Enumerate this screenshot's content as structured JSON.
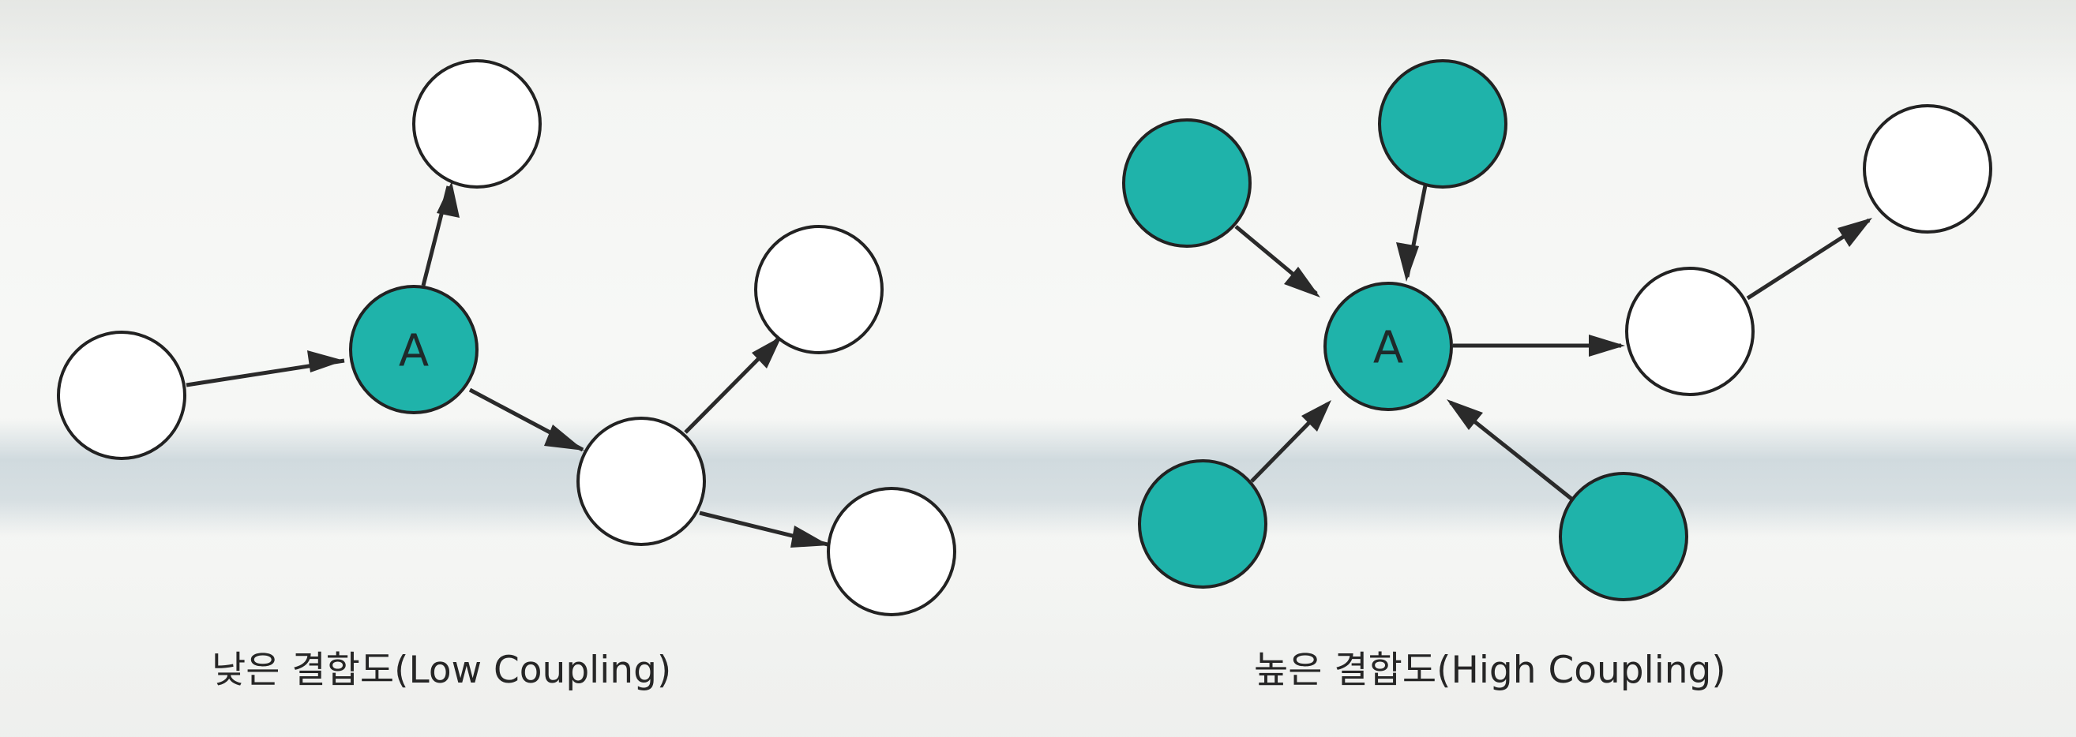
{
  "diagrams": [
    {
      "caption": "낮은 결합도(Low Coupling)",
      "center_label": "A"
    },
    {
      "caption": "높은 결합도(High Coupling)",
      "center_label": "A"
    }
  ],
  "colors": {
    "teal": "#1fb3aa",
    "white_node": "#ffffff",
    "stroke": "#222222",
    "arrow": "#2a2a2a"
  }
}
